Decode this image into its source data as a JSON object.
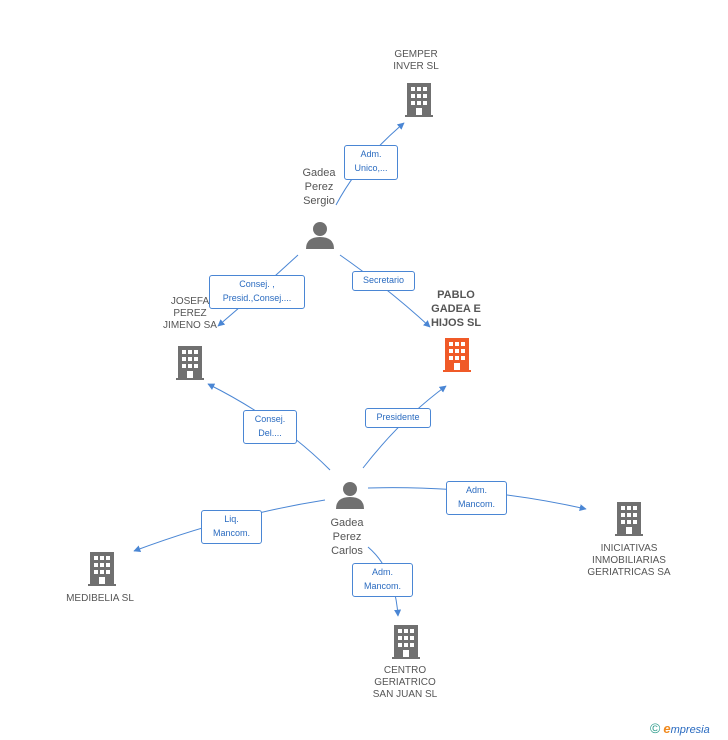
{
  "colors": {
    "edge": "#4a86d4",
    "company": "#707070",
    "company_highlight": "#f05a28",
    "person": "#707070"
  },
  "nodes": {
    "gemper": {
      "label": "GEMPER\nINVER SL",
      "icon": "building-icon"
    },
    "josefa": {
      "label": "JOSEFA\nPEREZ\nJIMENO SA",
      "icon": "building-icon"
    },
    "pablo": {
      "label": "PABLO\nGADEA E\nHIJOS SL",
      "icon": "building-icon-highlight"
    },
    "medibelia": {
      "label": "MEDIBELIA SL",
      "icon": "building-icon"
    },
    "centro": {
      "label": "CENTRO\nGERIATRICO\nSAN JUAN SL",
      "icon": "building-icon"
    },
    "iniciativas": {
      "label": "INICIATIVAS\nINMOBILIARIAS\nGERIATRICAS SA",
      "icon": "building-icon"
    },
    "sergio": {
      "label": "Gadea\nPerez\nSergio",
      "icon": "person-icon"
    },
    "carlos": {
      "label": "Gadea\nPerez\nCarlos",
      "icon": "person-icon"
    }
  },
  "edges": {
    "sergio_gemper": "Adm.\nUnico,...",
    "sergio_josefa": "Consej. ,\nPresid.,Consej....",
    "sergio_pablo": "Secretario",
    "carlos_josefa": "Consej.\nDel....",
    "carlos_pablo": "Presidente",
    "carlos_medibelia": "Liq.\nMancom.",
    "carlos_iniciativas": "Adm.\nMancom.",
    "carlos_centro": "Adm.\nMancom."
  },
  "footer": {
    "copyright": "©",
    "brand_e": "e",
    "brand_rest": "mpresia"
  }
}
